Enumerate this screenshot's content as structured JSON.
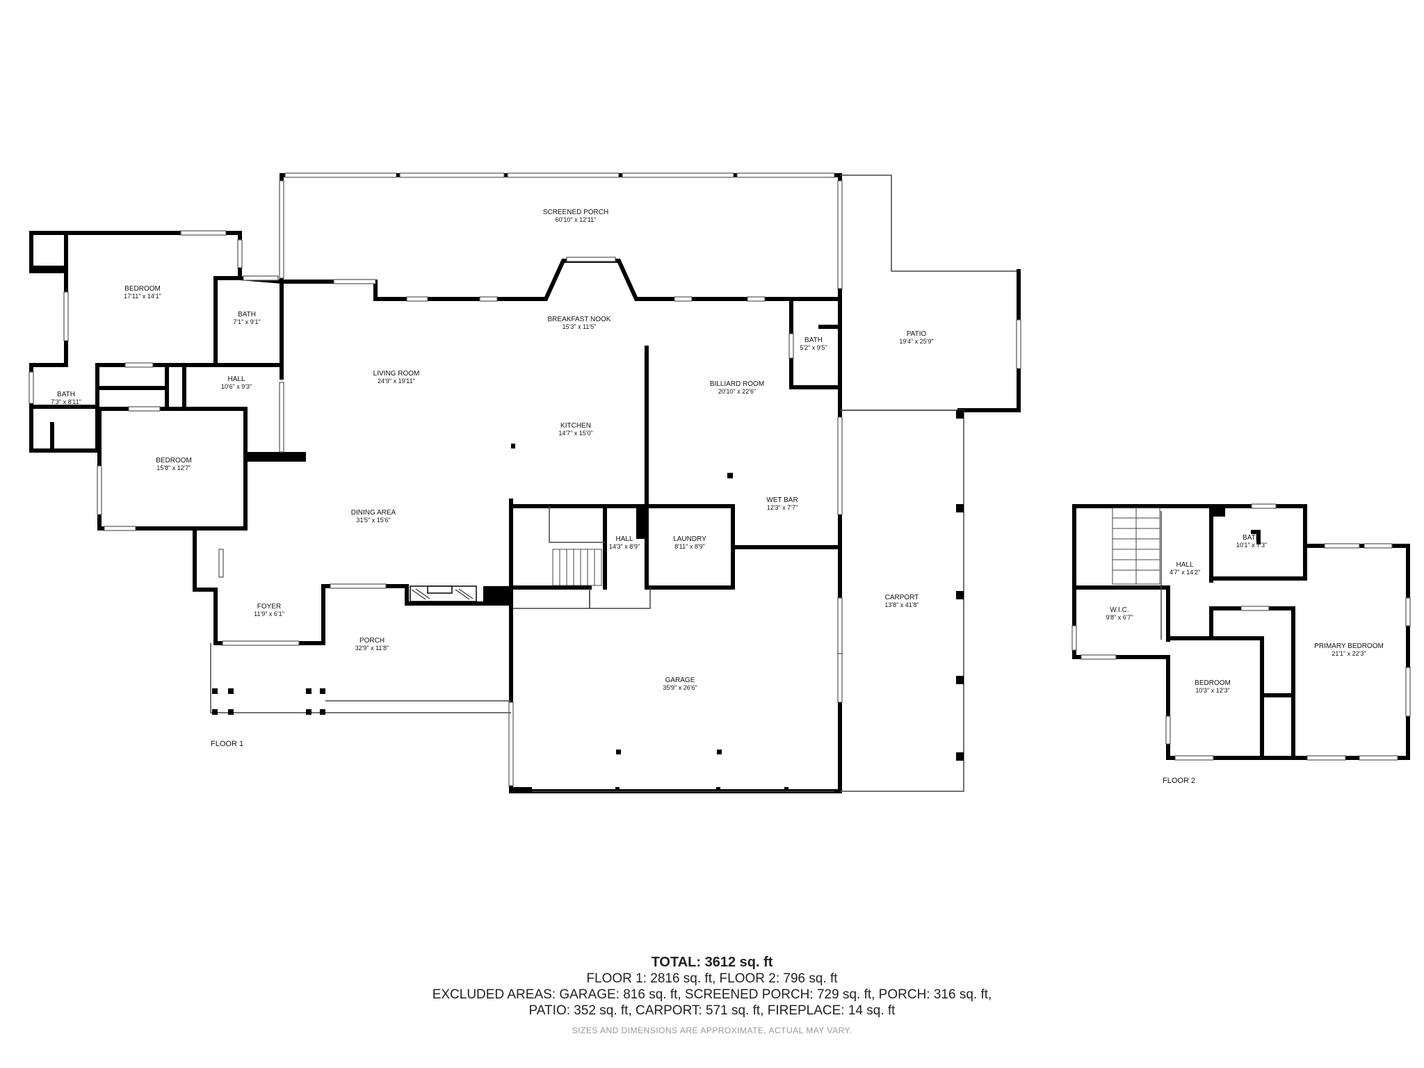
{
  "rooms": {
    "screened_porch": {
      "name": "SCREENED PORCH",
      "dim": "60'10\" x 12'11\""
    },
    "bedroom_nw": {
      "name": "BEDROOM",
      "dim": "17'11\" x 14'1\""
    },
    "bath_nw": {
      "name": "BATH",
      "dim": "7'1\" x 9'1\""
    },
    "bath_w": {
      "name": "BATH",
      "dim": "7'3\" x 8'11\""
    },
    "hall_w": {
      "name": "HALL",
      "dim": "10'6\" x 9'3\""
    },
    "bedroom_w": {
      "name": "BEDROOM",
      "dim": "15'8\" x 12'7\""
    },
    "living_room": {
      "name": "LIVING ROOM",
      "dim": "24'9\" x 19'11\""
    },
    "breakfast_nook": {
      "name": "BREAKFAST NOOK",
      "dim": "15'3\" x 11'5\""
    },
    "kitchen": {
      "name": "KITCHEN",
      "dim": "14'7\" x 15'0\""
    },
    "dining_area": {
      "name": "DINING AREA",
      "dim": "31'5\" x 15'6\""
    },
    "bath_e": {
      "name": "BATH",
      "dim": "5'2\" x 9'5\""
    },
    "billiard_room": {
      "name": "BILLIARD ROOM",
      "dim": "20'10\" x 22'6\""
    },
    "wet_bar": {
      "name": "WET BAR",
      "dim": "12'3\" x 7'7\""
    },
    "patio": {
      "name": "PATIO",
      "dim": "19'4\" x 25'9\""
    },
    "hall_c": {
      "name": "HALL",
      "dim": "14'3\" x 8'9\""
    },
    "laundry": {
      "name": "LAUNDRY",
      "dim": "8'11\" x 8'9\""
    },
    "foyer": {
      "name": "FOYER",
      "dim": "11'9\" x 6'1\""
    },
    "porch": {
      "name": "PORCH",
      "dim": "32'9\" x 11'8\""
    },
    "garage": {
      "name": "GARAGE",
      "dim": "35'9\" x 26'6\""
    },
    "carport": {
      "name": "CARPORT",
      "dim": "13'8\" x 41'8\""
    },
    "hall_2": {
      "name": "HALL",
      "dim": "4'7\" x 14'2\""
    },
    "bath_2": {
      "name": "BATH",
      "dim": "10'1\" x 7'3\""
    },
    "wic": {
      "name": "W.I.C.",
      "dim": "9'8\" x 6'7\""
    },
    "primary_bedroom": {
      "name": "PRIMARY BEDROOM",
      "dim": "21'1\" x 22'3\""
    },
    "bedroom_2": {
      "name": "BEDROOM",
      "dim": "10'3\" x 12'3\""
    }
  },
  "floor_labels": {
    "floor1": "FLOOR 1",
    "floor2": "FLOOR 2"
  },
  "summary": {
    "total": "TOTAL: 3612 sq. ft",
    "line1": "FLOOR 1: 2816 sq. ft, FLOOR 2: 796 sq. ft",
    "line2": "EXCLUDED AREAS: GARAGE: 816 sq. ft, SCREENED PORCH: 729 sq. ft, PORCH: 316 sq. ft,",
    "line3": "PATIO: 352 sq. ft, CARPORT: 571 sq. ft, FIREPLACE: 14 sq. ft",
    "disclaimer": "SIZES AND DIMENSIONS ARE APPROXIMATE, ACTUAL MAY VARY."
  }
}
